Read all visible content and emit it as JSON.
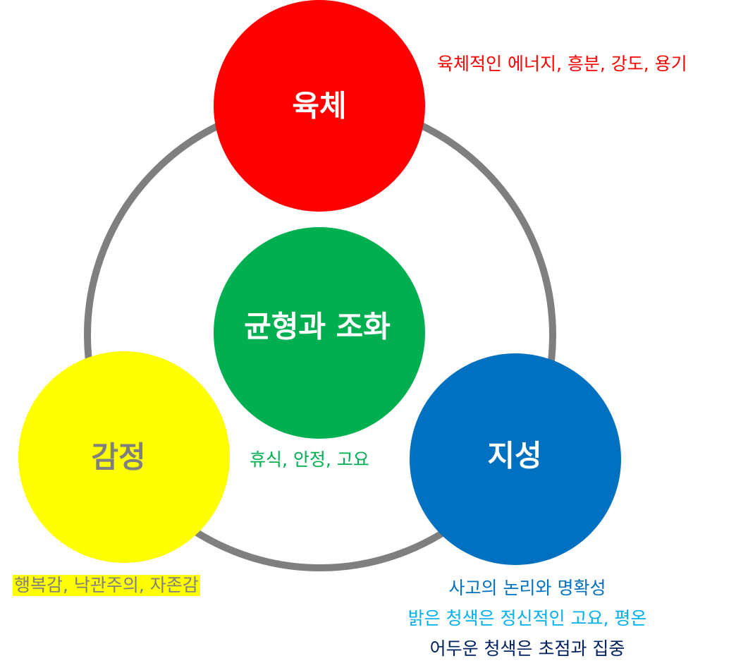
{
  "colors": {
    "ring": "#7f7f7f",
    "physical": "#ff0000",
    "balance": "#00b050",
    "emotion": "#ffff00",
    "intellect": "#0070c0",
    "intellect_light": "#00b0f0",
    "intellect_dark": "#002060"
  },
  "circles": {
    "physical": {
      "title": "육체",
      "caption": "육체적인 에너지, 흥분, 강도, 용기"
    },
    "balance": {
      "title": "균형과 조화",
      "caption": "휴식, 안정, 고요"
    },
    "emotion": {
      "title": "감정",
      "caption": "행복감, 낙관주의, 자존감"
    },
    "intellect": {
      "title": "지성",
      "caption_lines": [
        "사고의 논리와 명확성",
        "밝은 청색은 정신적인 고요, 평온",
        "어두운 청색은 초점과 집중"
      ]
    }
  }
}
